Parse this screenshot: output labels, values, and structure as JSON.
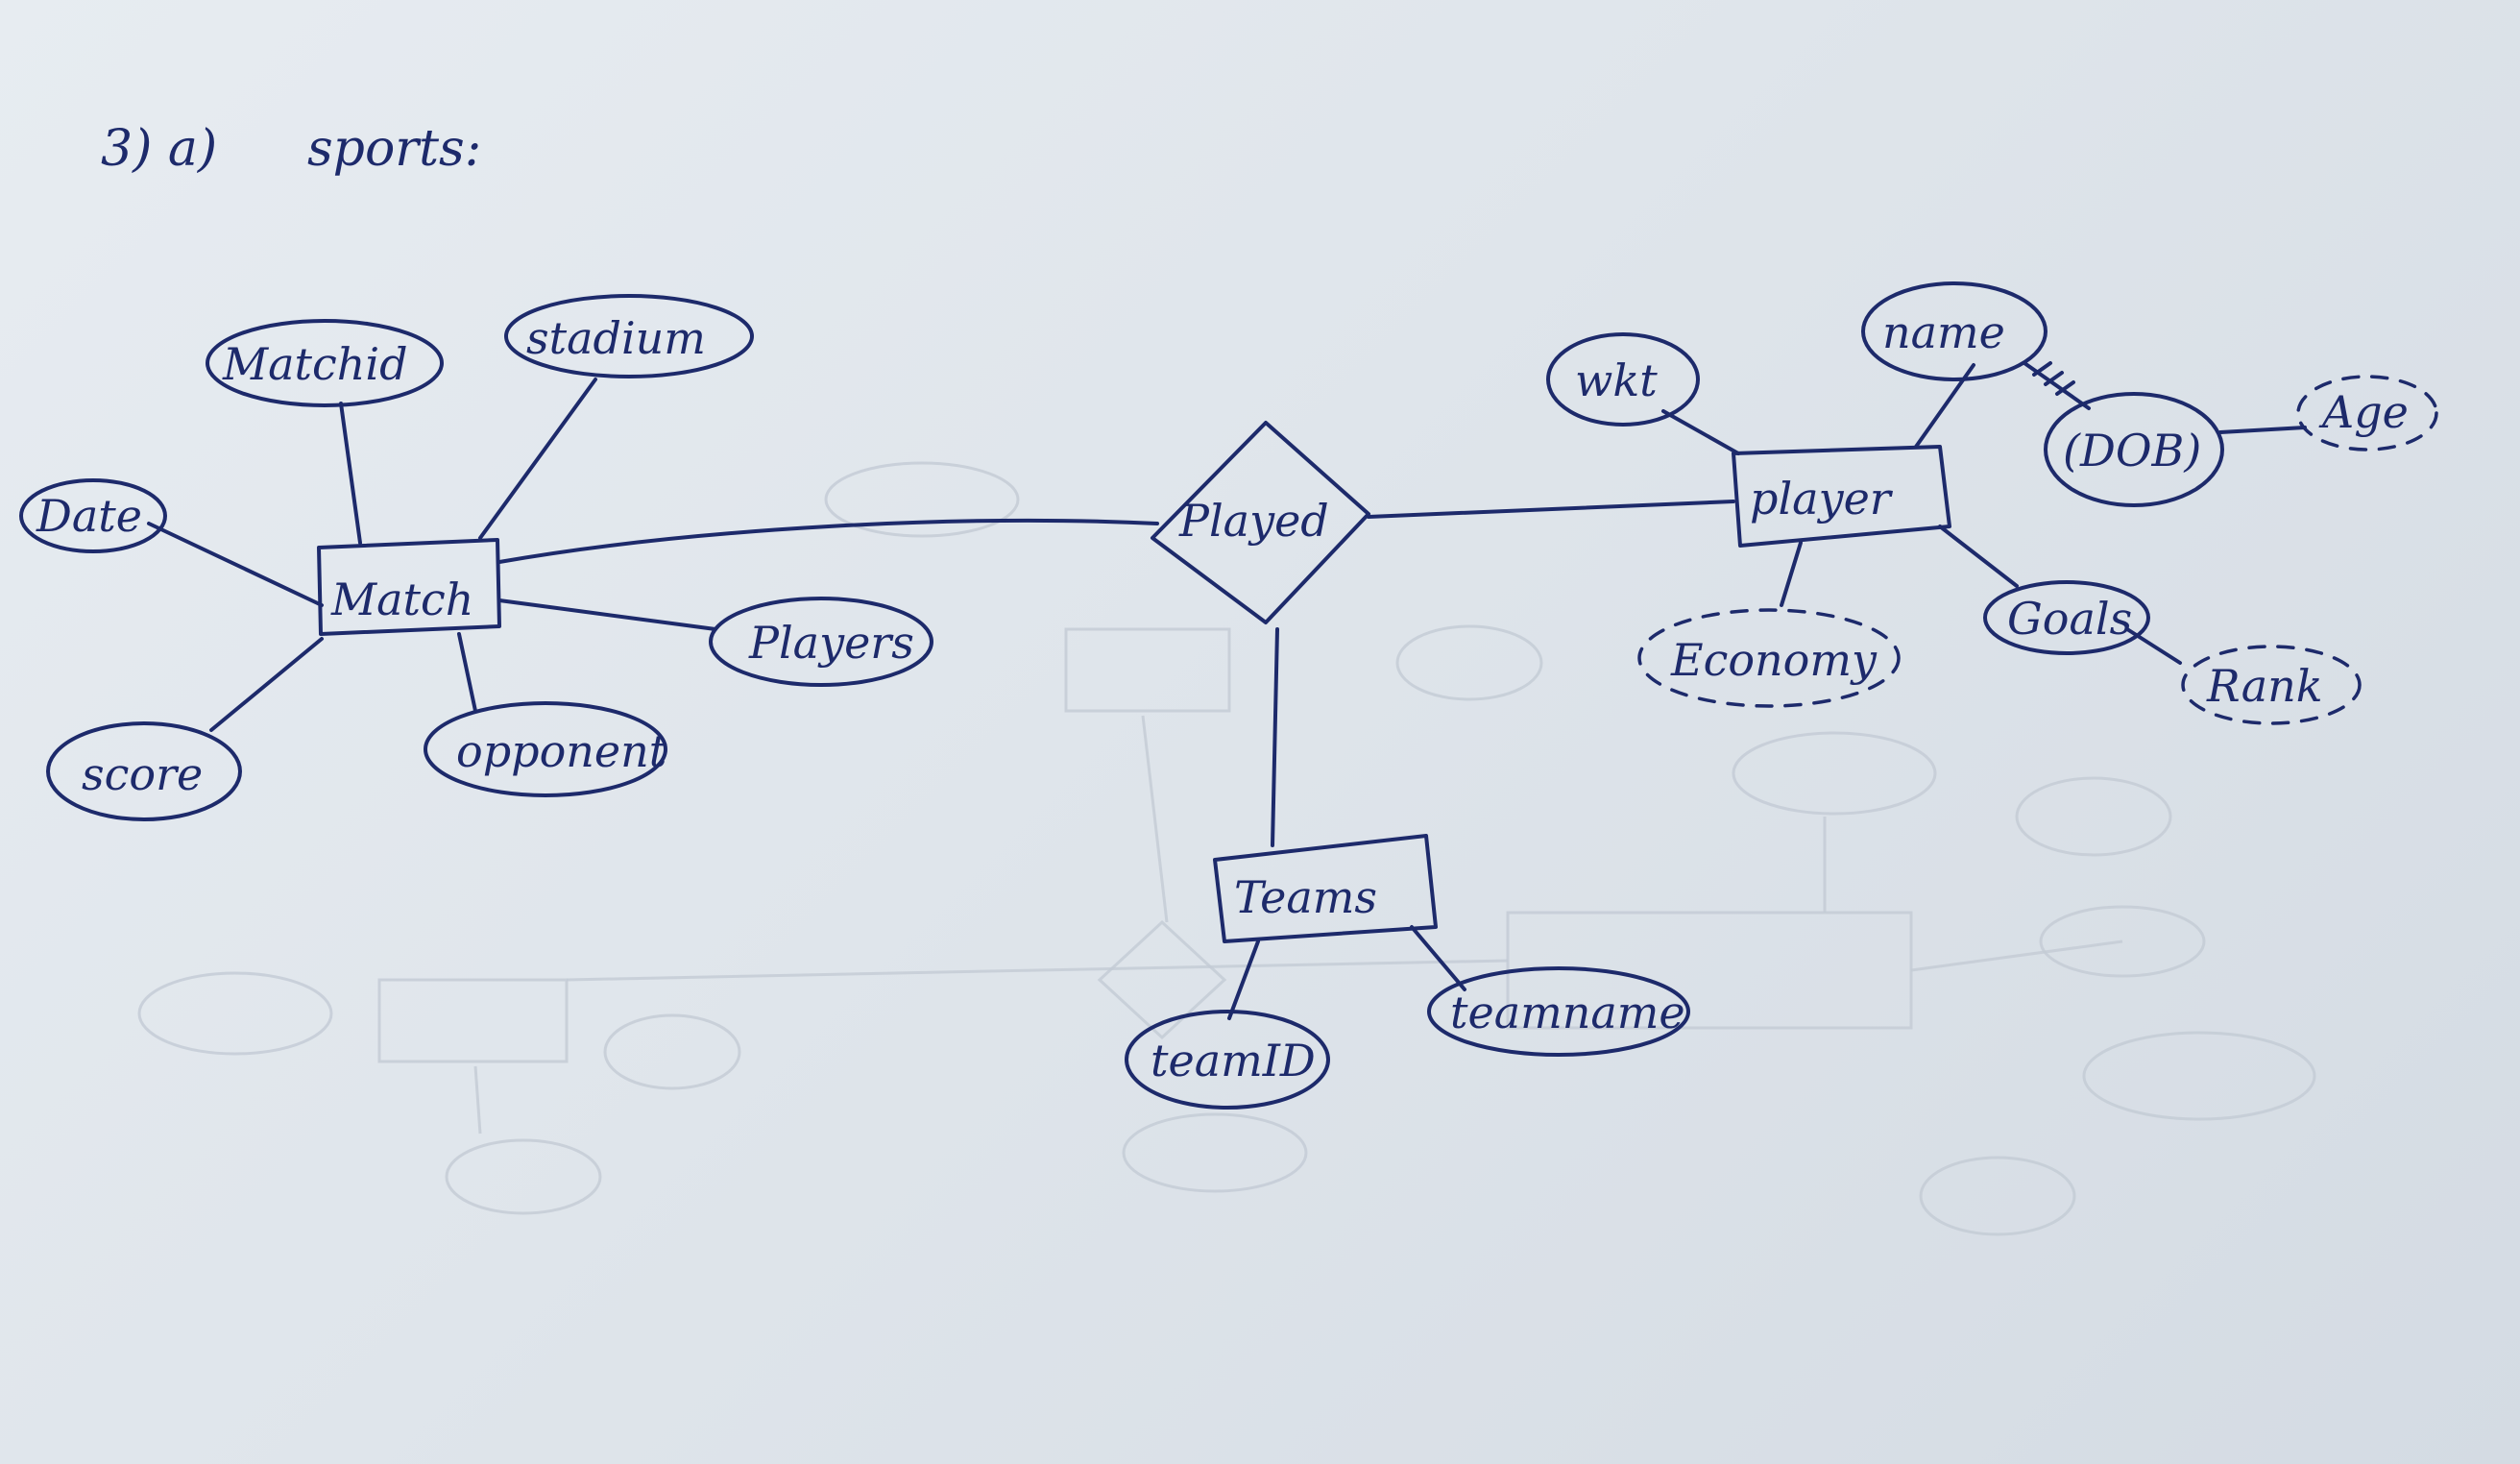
{
  "title": {
    "number": "3) a)",
    "text": "sports:"
  },
  "entities": {
    "match": "Match",
    "player": "player",
    "teams": "Teams"
  },
  "relationships": {
    "played": "Played"
  },
  "attributes": {
    "matchid": "Matchid",
    "stadium": "stadium",
    "date": "Date",
    "players": "Players",
    "score": "score",
    "opponent": "opponent",
    "wkt": "wkt",
    "name": "name",
    "dob": "(DOB)",
    "age": "Age",
    "economy": "Economy",
    "goals": "Goals",
    "rank": "Rank",
    "teamid": "teamID",
    "teamname": "teamname"
  },
  "colors": {
    "ink": "#1d2a6b",
    "paper": "#e2e8ee"
  }
}
